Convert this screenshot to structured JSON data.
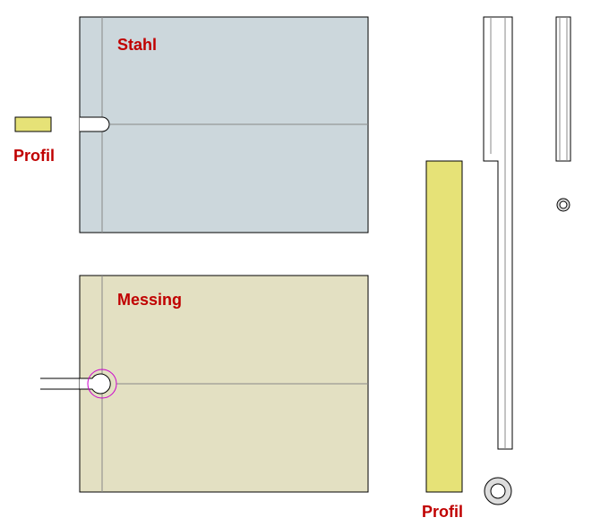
{
  "labels": {
    "stahl": "Stahl",
    "messing": "Messing",
    "profil_left": "Profil",
    "profil_bottom": "Profil"
  },
  "colors": {
    "steel": "#ccd7dc",
    "brass": "#e3e0c2",
    "profile": "#e6e277",
    "label": "#c00000",
    "outline": "#000000",
    "guide": "#888888",
    "circle_highlight": "#cc00cc",
    "background": "#ffffff"
  }
}
